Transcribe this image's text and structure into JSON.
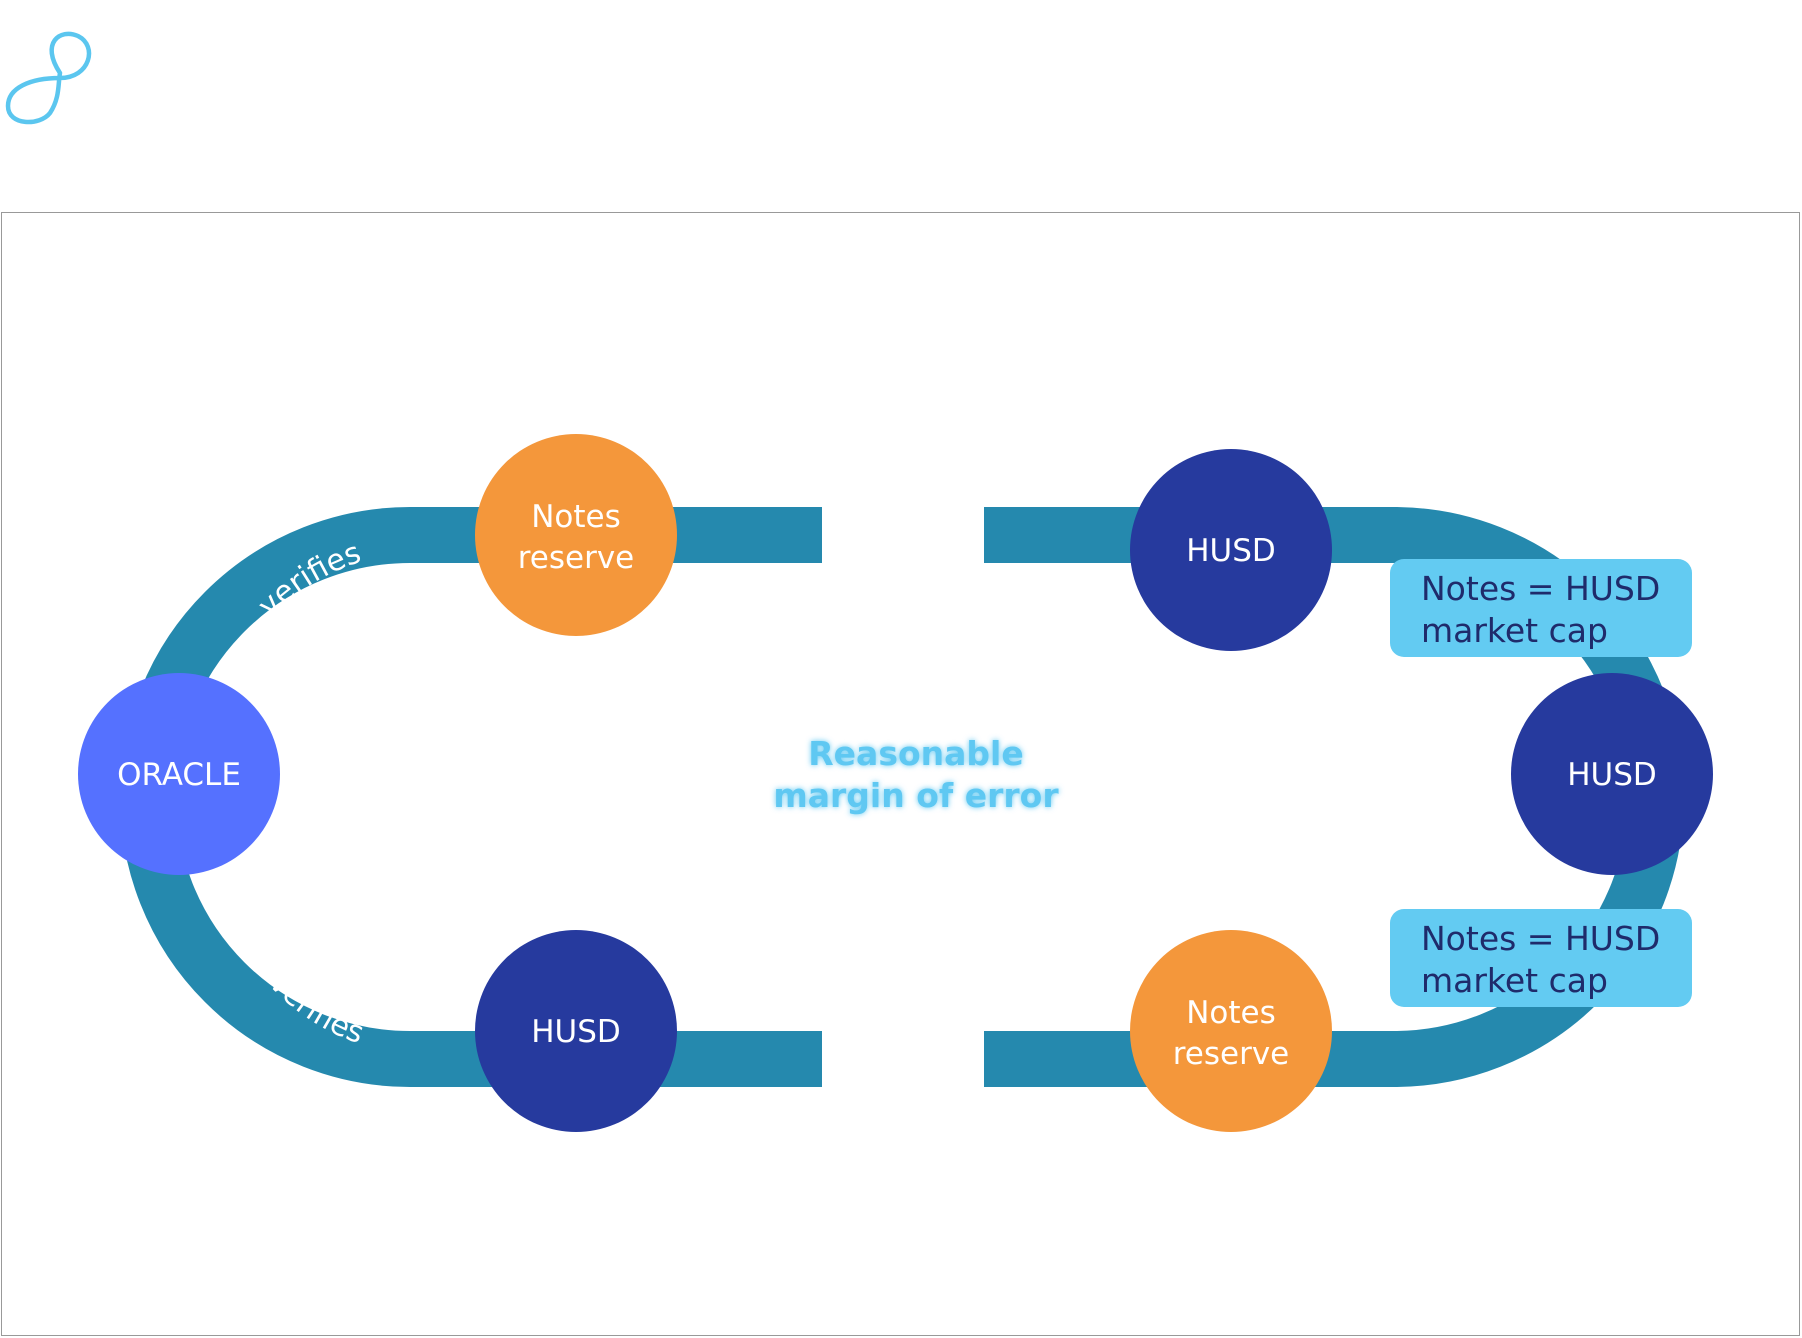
{
  "brand": {
    "logo_icon": "infinity-loop-logo",
    "logo_color": "#5bc6ef"
  },
  "colors": {
    "track": "#2589ae",
    "oracle": "#5571ff",
    "husd": "#263a9e",
    "notes_reserve": "#f4973b",
    "callout_bg": "#63cbf2",
    "callout_text": "#1f2b6b",
    "center_text": "#5fc8f2",
    "node_text": "#ffffff"
  },
  "diagram": {
    "oracle": {
      "label": "ORACLE"
    },
    "left_top_node": {
      "line1": "Notes",
      "line2": "reserve"
    },
    "left_bottom_node": {
      "label": "HUSD"
    },
    "right_top_node": {
      "label": "HUSD"
    },
    "right_mid_node": {
      "label": "HUSD"
    },
    "right_bottom_node": {
      "line1": "Notes",
      "line2": "reserve"
    },
    "path_label_top": "verifies",
    "path_label_bottom": "verifies",
    "center_note": {
      "line1": "Reasonable",
      "line2": "margin of error"
    },
    "callout_top": {
      "line1": "Notes = HUSD",
      "line2": "market cap"
    },
    "callout_bottom": {
      "line1": "Notes = HUSD",
      "line2": "market cap"
    }
  }
}
